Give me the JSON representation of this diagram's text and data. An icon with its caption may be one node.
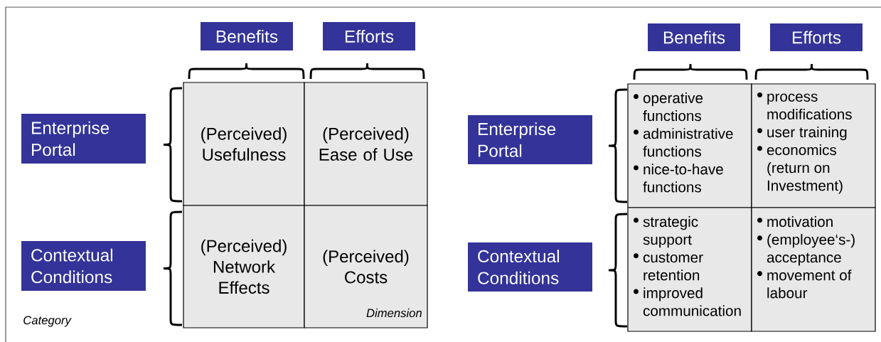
{
  "diagram": {
    "nodes": [
      {
        "text": [
          "Benefits"
        ]
      },
      {
        "text": [
          "Efforts"
        ]
      },
      {
        "text": [
          "Enterprise Portal"
        ]
      },
      {
        "text": [
          "(Perceived) Usefulness"
        ]
      },
      {
        "text": [
          "(Perceived) Ease of Use"
        ]
      },
      {
        "text": [
          "Contextual Conditions"
        ]
      },
      {
        "text": [
          "(Perceived) Network Effects"
        ]
      },
      {
        "text": [
          "(Perceived) Costs"
        ]
      },
      {
        "text": [
          "Benefits"
        ]
      },
      {
        "text": [
          "Efforts"
        ]
      },
      {
        "text": [
          "Enterprise Portal"
        ]
      },
      {
        "text": [
          "operative functions",
          "administrative functions",
          "nice-to-have functions"
        ]
      },
      {
        "text": [
          "process modifications",
          "user training",
          "economics (return on Investment)"
        ]
      },
      {
        "text": [
          "Contextual Conditions"
        ]
      },
      {
        "text": [
          "strategic support",
          "customer retention",
          "improved communication"
        ]
      },
      {
        "text": [
          "motivation",
          "(employee‘s-) acceptance",
          "movement of labour"
        ]
      }
    ],
    "labels": [
      "Category",
      "Dimension"
    ]
  }
}
